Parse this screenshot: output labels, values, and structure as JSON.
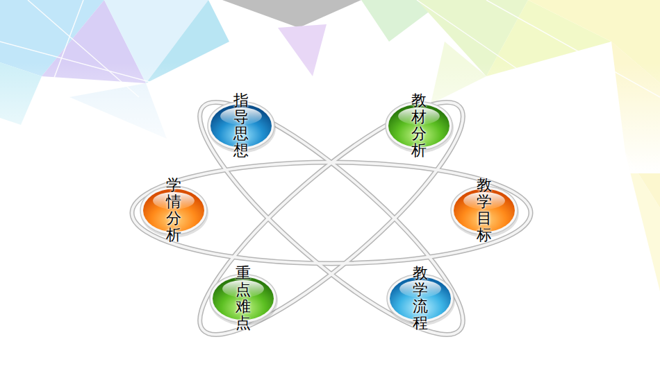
{
  "diagram": {
    "nodes": [
      {
        "text": [
          "指导思想"
        ]
      },
      {
        "text": [
          "教材分析"
        ]
      },
      {
        "text": [
          "学情分析"
        ]
      },
      {
        "text": [
          "教学目标"
        ]
      },
      {
        "text": [
          "重点难点"
        ]
      },
      {
        "text": [
          "教学流程"
        ]
      }
    ]
  }
}
